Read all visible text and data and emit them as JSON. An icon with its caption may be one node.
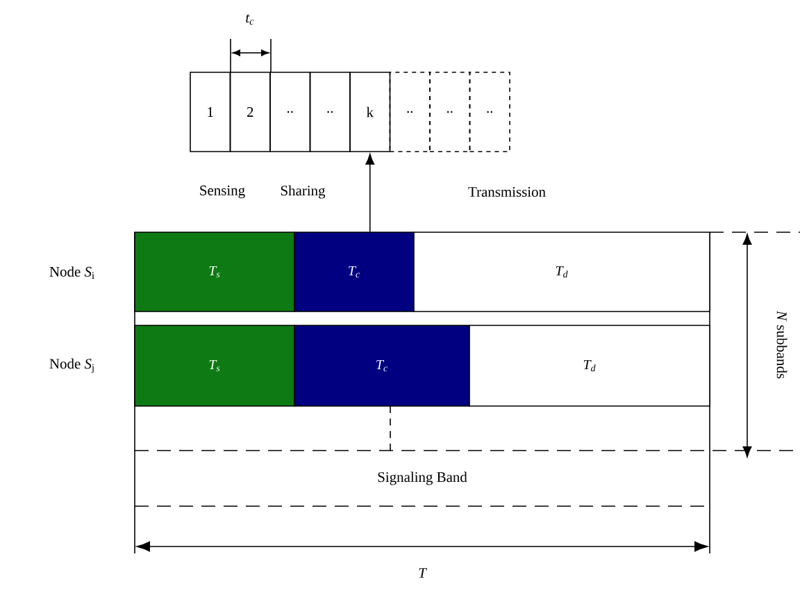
{
  "diagram": {
    "nodes": [
      {
        "text": [
          "1"
        ]
      },
      {
        "text": [
          "2"
        ]
      },
      {
        "text": [
          ".."
        ]
      },
      {
        "text": [
          ".."
        ]
      },
      {
        "text": [
          "k"
        ]
      },
      {
        "text": [
          ".."
        ]
      },
      {
        "text": [
          ".."
        ]
      },
      {
        "text": [
          ".."
        ]
      },
      {
        "text": [
          "T$_{s}$"
        ]
      },
      {
        "text": [
          "T$_{c}$"
        ]
      },
      {
        "text": [
          "T$_{d}$"
        ]
      },
      {
        "text": [
          "T$_{s}$"
        ]
      },
      {
        "text": [
          "T$_{c}$"
        ]
      },
      {
        "text": [
          "T$_{d}$"
        ]
      },
      {
        "text": [
          "Signaling Band"
        ]
      }
    ],
    "edges": [
      {
        "from": 9,
        "to": 4,
        "arrow": "to"
      }
    ],
    "labels": [
      "t$_{c}$",
      "Sensing",
      "Sharing",
      "Transmission",
      "Node *S*$_{i}$",
      "Node *S*$_{j}$",
      "*N* subbands",
      "T"
    ]
  }
}
